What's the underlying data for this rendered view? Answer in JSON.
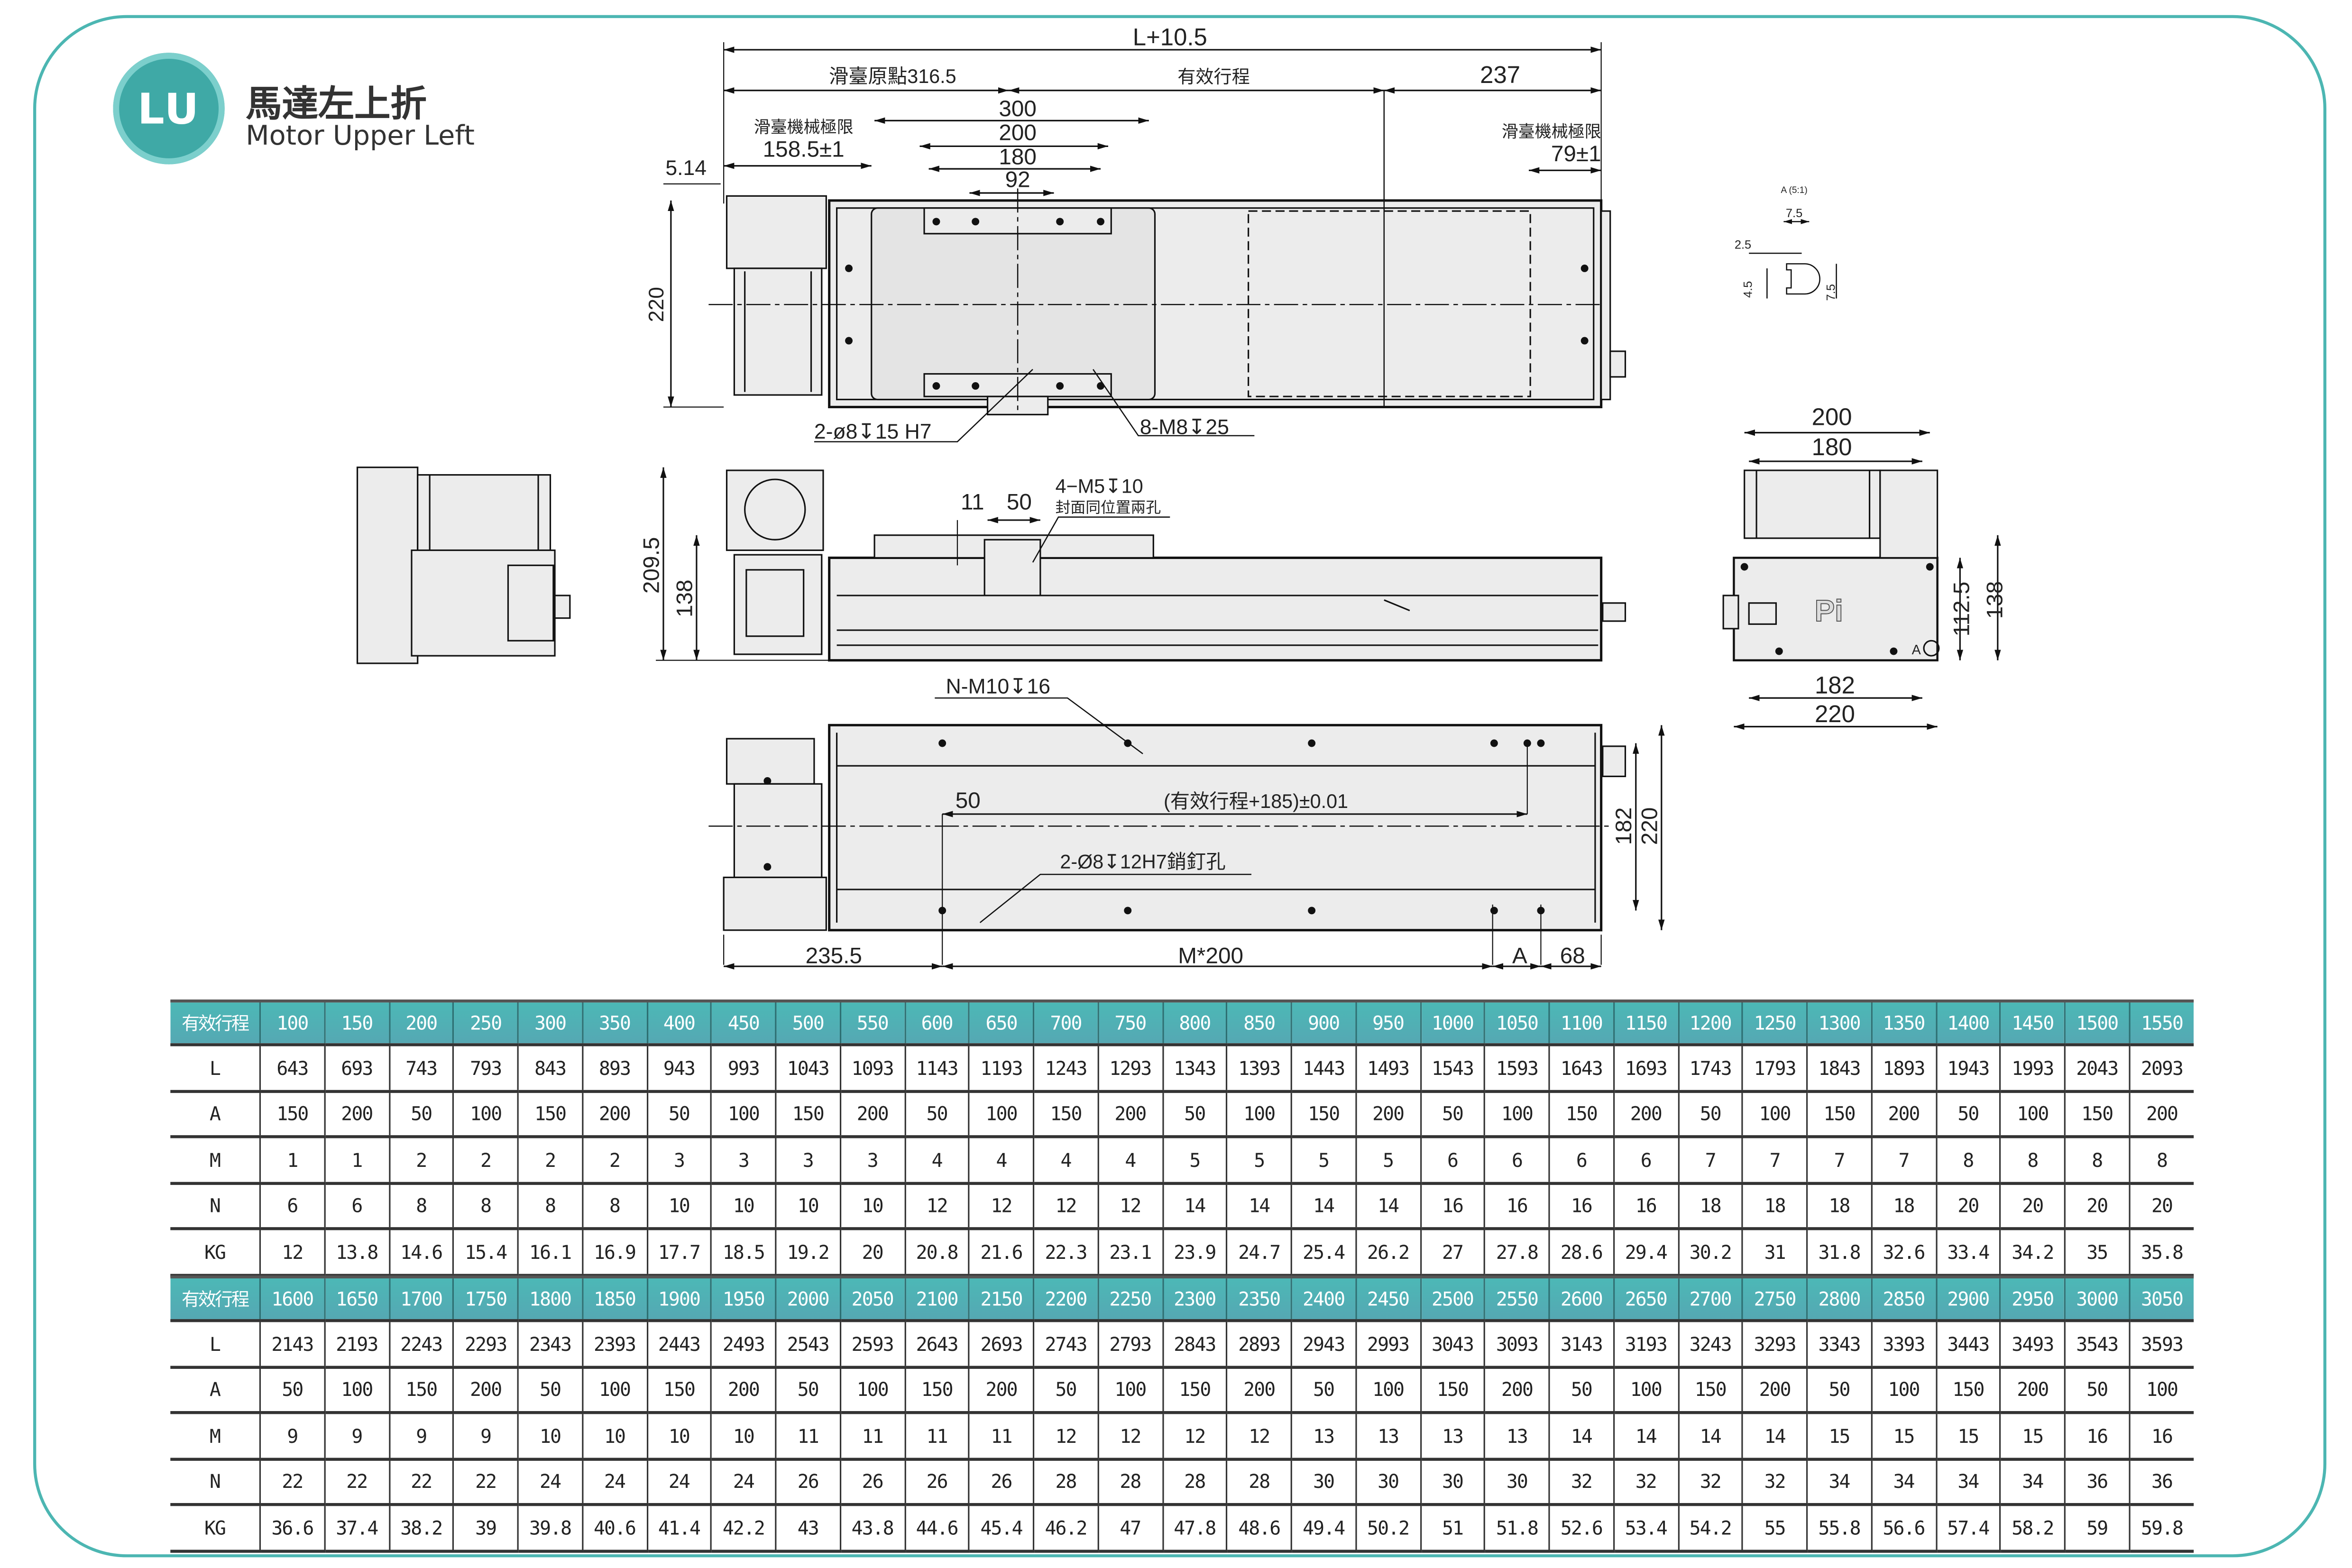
{
  "header": {
    "logo_text": "LU",
    "title_zh": "馬達左上折",
    "title_en": "Motor Upper Left"
  },
  "colors": {
    "accent": "#4cb6b2",
    "table_header": "#4db3b3",
    "part_fill": "#ececec"
  },
  "drawing": {
    "top_view": {
      "overall": "L+10.5",
      "origin": "滑臺原點316.5",
      "stroke": "有效行程",
      "end": "237",
      "d300": "300",
      "d200": "200",
      "d180": "180",
      "d92": "92",
      "limit_left_label": "滑臺機械極限",
      "limit_left_value": "158.5±1",
      "limit_right_label": "滑臺機械極限",
      "limit_right_value": "79±1",
      "d514": "5.14",
      "height": "220",
      "pin_holes": "2-ø8↧15 H7",
      "screw_holes": "8-M8↧25"
    },
    "front_view": {
      "holes": "4−M5↧10",
      "holes_note": "封面同位置兩孔",
      "d11": "11",
      "d50": "50",
      "height_total": "209.5",
      "height_body": "138"
    },
    "side_view": {
      "w200": "200",
      "w180": "180",
      "h112": "112.5",
      "h138": "138",
      "w182": "182",
      "w220": "220",
      "brand": "Pi",
      "detail_mark": "A"
    },
    "detail": {
      "title": "A (5:1)",
      "d75a": "7.5",
      "d25": "2.5",
      "d45": "4.5",
      "d75b": "7.5"
    },
    "bottom_view": {
      "mount_holes": "N-M10↧16",
      "d50": "50",
      "pitch": "(有效行程+185)±0.01",
      "dowel": "2-Ø8↧12H7銷釘孔",
      "h182": "182",
      "h220": "220",
      "b2355": "235.5",
      "bm200": "M*200",
      "ba": "A",
      "b68": "68"
    }
  },
  "tables": [
    {
      "header_label": "有效行程",
      "strokes": [
        "100",
        "150",
        "200",
        "250",
        "300",
        "350",
        "400",
        "450",
        "500",
        "550",
        "600",
        "650",
        "700",
        "750",
        "800",
        "850",
        "900",
        "950",
        "1000",
        "1050",
        "1100",
        "1150",
        "1200",
        "1250",
        "1300",
        "1350",
        "1400",
        "1450",
        "1500",
        "1550"
      ],
      "rows": [
        {
          "label": "L",
          "values": [
            "643",
            "693",
            "743",
            "793",
            "843",
            "893",
            "943",
            "993",
            "1043",
            "1093",
            "1143",
            "1193",
            "1243",
            "1293",
            "1343",
            "1393",
            "1443",
            "1493",
            "1543",
            "1593",
            "1643",
            "1693",
            "1743",
            "1793",
            "1843",
            "1893",
            "1943",
            "1993",
            "2043",
            "2093"
          ]
        },
        {
          "label": "A",
          "values": [
            "150",
            "200",
            "50",
            "100",
            "150",
            "200",
            "50",
            "100",
            "150",
            "200",
            "50",
            "100",
            "150",
            "200",
            "50",
            "100",
            "150",
            "200",
            "50",
            "100",
            "150",
            "200",
            "50",
            "100",
            "150",
            "200",
            "50",
            "100",
            "150",
            "200"
          ]
        },
        {
          "label": "M",
          "values": [
            "1",
            "1",
            "2",
            "2",
            "2",
            "2",
            "3",
            "3",
            "3",
            "3",
            "4",
            "4",
            "4",
            "4",
            "5",
            "5",
            "5",
            "5",
            "6",
            "6",
            "6",
            "6",
            "7",
            "7",
            "7",
            "7",
            "8",
            "8",
            "8",
            "8"
          ]
        },
        {
          "label": "N",
          "values": [
            "6",
            "6",
            "8",
            "8",
            "8",
            "8",
            "10",
            "10",
            "10",
            "10",
            "12",
            "12",
            "12",
            "12",
            "14",
            "14",
            "14",
            "14",
            "16",
            "16",
            "16",
            "16",
            "18",
            "18",
            "18",
            "18",
            "20",
            "20",
            "20",
            "20"
          ]
        },
        {
          "label": "KG",
          "values": [
            "12",
            "13.8",
            "14.6",
            "15.4",
            "16.1",
            "16.9",
            "17.7",
            "18.5",
            "19.2",
            "20",
            "20.8",
            "21.6",
            "22.3",
            "23.1",
            "23.9",
            "24.7",
            "25.4",
            "26.2",
            "27",
            "27.8",
            "28.6",
            "29.4",
            "30.2",
            "31",
            "31.8",
            "32.6",
            "33.4",
            "34.2",
            "35",
            "35.8"
          ]
        }
      ]
    },
    {
      "header_label": "有效行程",
      "strokes": [
        "1600",
        "1650",
        "1700",
        "1750",
        "1800",
        "1850",
        "1900",
        "1950",
        "2000",
        "2050",
        "2100",
        "2150",
        "2200",
        "2250",
        "2300",
        "2350",
        "2400",
        "2450",
        "2500",
        "2550",
        "2600",
        "2650",
        "2700",
        "2750",
        "2800",
        "2850",
        "2900",
        "2950",
        "3000",
        "3050"
      ],
      "rows": [
        {
          "label": "L",
          "values": [
            "2143",
            "2193",
            "2243",
            "2293",
            "2343",
            "2393",
            "2443",
            "2493",
            "2543",
            "2593",
            "2643",
            "2693",
            "2743",
            "2793",
            "2843",
            "2893",
            "2943",
            "2993",
            "3043",
            "3093",
            "3143",
            "3193",
            "3243",
            "3293",
            "3343",
            "3393",
            "3443",
            "3493",
            "3543",
            "3593"
          ]
        },
        {
          "label": "A",
          "values": [
            "50",
            "100",
            "150",
            "200",
            "50",
            "100",
            "150",
            "200",
            "50",
            "100",
            "150",
            "200",
            "50",
            "100",
            "150",
            "200",
            "50",
            "100",
            "150",
            "200",
            "50",
            "100",
            "150",
            "200",
            "50",
            "100",
            "150",
            "200",
            "50",
            "100"
          ]
        },
        {
          "label": "M",
          "values": [
            "9",
            "9",
            "9",
            "9",
            "10",
            "10",
            "10",
            "10",
            "11",
            "11",
            "11",
            "11",
            "12",
            "12",
            "12",
            "12",
            "13",
            "13",
            "13",
            "13",
            "14",
            "14",
            "14",
            "14",
            "15",
            "15",
            "15",
            "15",
            "16",
            "16"
          ]
        },
        {
          "label": "N",
          "values": [
            "22",
            "22",
            "22",
            "22",
            "24",
            "24",
            "24",
            "24",
            "26",
            "26",
            "26",
            "26",
            "28",
            "28",
            "28",
            "28",
            "30",
            "30",
            "30",
            "30",
            "32",
            "32",
            "32",
            "32",
            "34",
            "34",
            "34",
            "34",
            "36",
            "36"
          ]
        },
        {
          "label": "KG",
          "values": [
            "36.6",
            "37.4",
            "38.2",
            "39",
            "39.8",
            "40.6",
            "41.4",
            "42.2",
            "43",
            "43.8",
            "44.6",
            "45.4",
            "46.2",
            "47",
            "47.8",
            "48.6",
            "49.4",
            "50.2",
            "51",
            "51.8",
            "52.6",
            "53.4",
            "54.2",
            "55",
            "55.8",
            "56.6",
            "57.4",
            "58.2",
            "59",
            "59.8"
          ]
        }
      ]
    }
  ]
}
